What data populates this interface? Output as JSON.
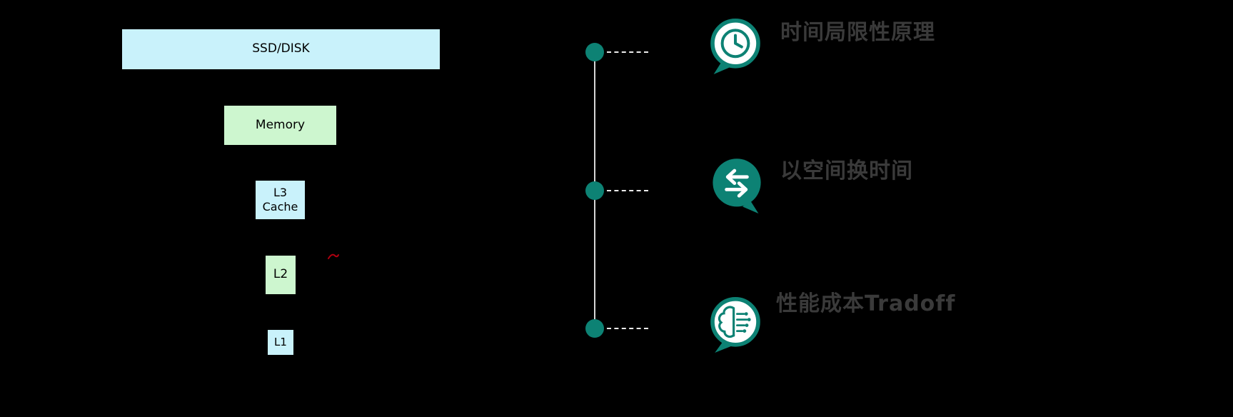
{
  "hierarchy": {
    "text_color": "#000000",
    "levels": [
      {
        "label": "SSD/DISK",
        "fill": "#c9f2fb"
      },
      {
        "label": "Memory",
        "fill": "#cdf6cf"
      },
      {
        "label": "L3\nCache",
        "fill": "#c9f2fb"
      },
      {
        "label": "L2",
        "fill": "#cdf6cf"
      },
      {
        "label": "L1",
        "fill": "#c9f2fb"
      }
    ]
  },
  "timeline": {
    "accent_color": "#0d8274",
    "line_color": "#d6d6d6",
    "label_color": "#3a3a3a",
    "items": [
      {
        "label": "时间局限性原理",
        "icon": "clock-bubble-icon"
      },
      {
        "label": "以空间换时间",
        "icon": "swap-arrows-bubble-icon"
      },
      {
        "label": "性能成本Tradoff",
        "icon": "ai-brain-bubble-icon"
      }
    ]
  },
  "decor": {
    "red_mark_color": "#b00010"
  }
}
